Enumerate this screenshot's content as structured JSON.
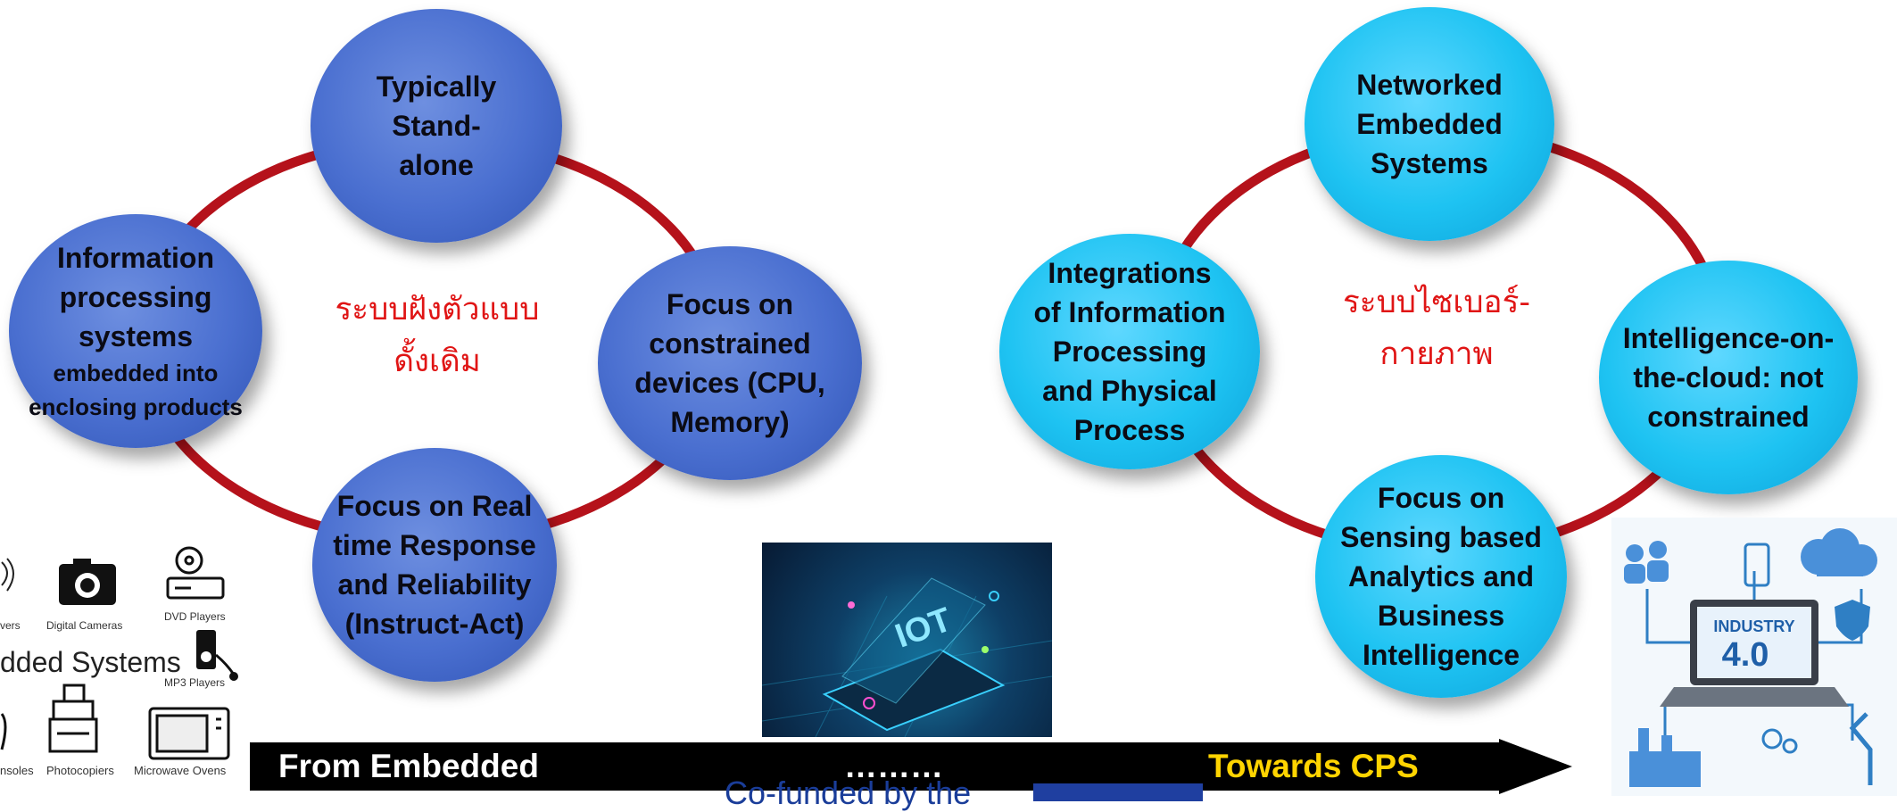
{
  "left_cycle": {
    "center_label_line1": "ระบบฝังตัวแบบ",
    "center_label_line2": "ดั้งเดิม",
    "nodes": [
      {
        "lines": [
          "Typically",
          "Stand-",
          "alone"
        ]
      },
      {
        "lines": [
          "Focus on",
          "constrained",
          "devices (CPU,",
          "Memory)"
        ]
      },
      {
        "lines": [
          "Focus on Real",
          "time Response",
          "and Reliability",
          "(Instruct-Act)"
        ]
      },
      {
        "lines": [
          "Information",
          "processing",
          "systems"
        ],
        "sub_lines": [
          "embedded into",
          "enclosing products"
        ]
      }
    ]
  },
  "right_cycle": {
    "center_label_line1": "ระบบไซเบอร์-",
    "center_label_line2": "กายภาพ",
    "nodes": [
      {
        "lines": [
          "Networked",
          "Embedded",
          "Systems"
        ]
      },
      {
        "lines": [
          "Intelligence-on-",
          "the-cloud: not",
          "constrained"
        ]
      },
      {
        "lines": [
          "Focus on",
          "Sensing based",
          "Analytics and",
          "Business",
          "Intelligence"
        ]
      },
      {
        "lines": [
          "Integrations",
          "of Information",
          "Processing",
          "and Physical",
          "Process"
        ]
      }
    ]
  },
  "arrow": {
    "left_text": "From Embedded",
    "middle_text": "………",
    "right_text": "Towards CPS",
    "left_color": "#ffffff",
    "right_color": "#ffd400"
  },
  "devices_panel": {
    "labels": [
      "vers",
      "Digital Cameras",
      "DVD Players",
      "dded Systems",
      "MP3 Players",
      "nsoles",
      "Photocopiers",
      "Microwave Ovens"
    ]
  },
  "iot_image": {
    "label": "IOT"
  },
  "industry_image": {
    "label_line1": "INDUSTRY",
    "label_line2": "4.0"
  },
  "footer": {
    "funded_text": "Co-funded by the"
  },
  "colors": {
    "ring": "#b5121b",
    "blue_node": "#4a6fd0",
    "cyan_node": "#1ec3f2",
    "thai_text": "#e01515"
  }
}
